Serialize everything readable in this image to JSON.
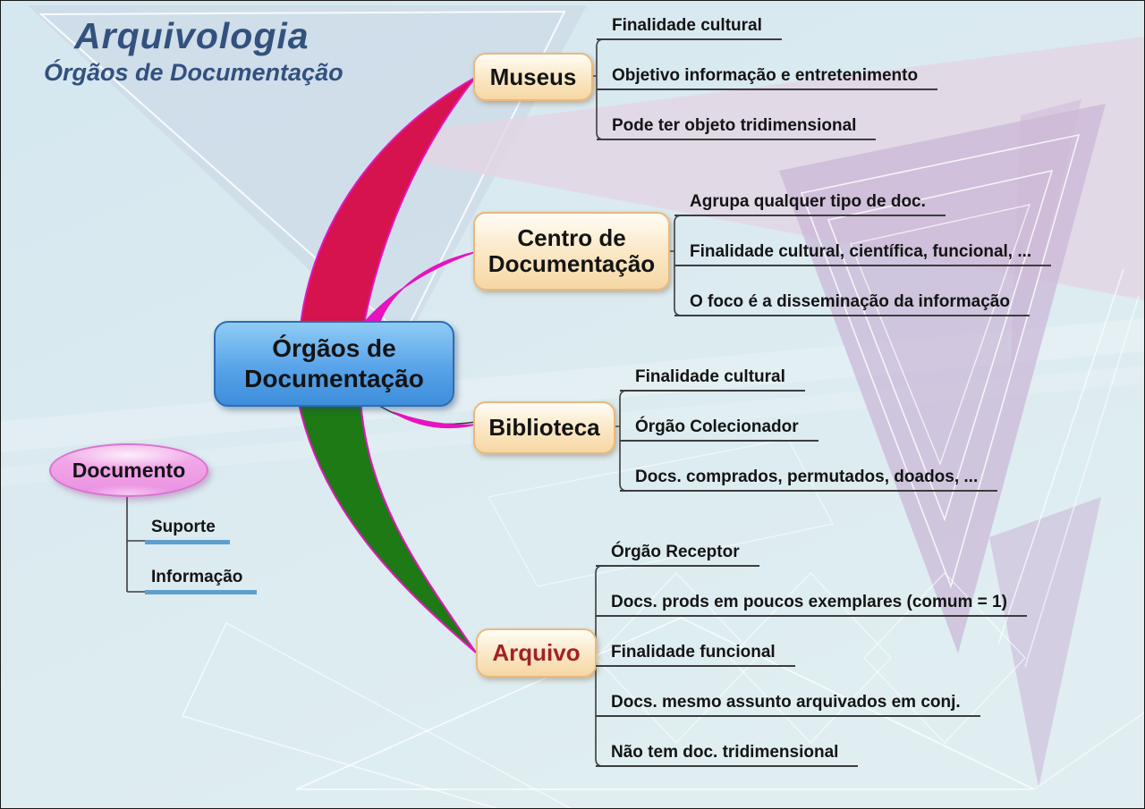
{
  "header": {
    "title": "Arquivologia",
    "subtitle": "Órgãos de Documentação"
  },
  "mindmap": {
    "root": {
      "label": "Órgãos de Documentação"
    },
    "branches": [
      {
        "label": "Museus",
        "children": [
          "Finalidade cultural",
          "Objetivo informação e entretenimento",
          "Pode ter objeto tridimensional"
        ]
      },
      {
        "label": "Centro de Documentação",
        "children": [
          "Agrupa qualquer tipo de doc.",
          "Finalidade cultural, científica, funcional, ...",
          "O foco é a disseminação da informação"
        ]
      },
      {
        "label": "Biblioteca",
        "children": [
          "Finalidade cultural",
          "Órgão Colecionador",
          "Docs. comprados, permutados, doados, ..."
        ]
      },
      {
        "label": "Arquivo",
        "children": [
          "Órgão Receptor",
          "Docs. prods em poucos exemplares (comum = 1)",
          "Finalidade funcional",
          "Docs. mesmo assunto arquivados em conj.",
          "Não tem doc. tridimensional"
        ]
      }
    ],
    "floating": {
      "label": "Documento",
      "children": [
        "Suporte",
        "Informação"
      ]
    }
  },
  "colors": {
    "background": "#D8E9EF",
    "title_color": "#33517E",
    "edge_museus": "#D6134F",
    "edge_centro": "#E713BE",
    "edge_biblioteca": "#3a3a3a",
    "edge_arquivo": "#1E7A14",
    "edge_outline": "#E316BC",
    "arquivo_text": "#A32126",
    "documento_underline": "#5E9FCC",
    "root_node_fill": "#58A3E9",
    "branch_node_fill": "#F6D7A3",
    "documento_fill": "#EB90E2"
  }
}
